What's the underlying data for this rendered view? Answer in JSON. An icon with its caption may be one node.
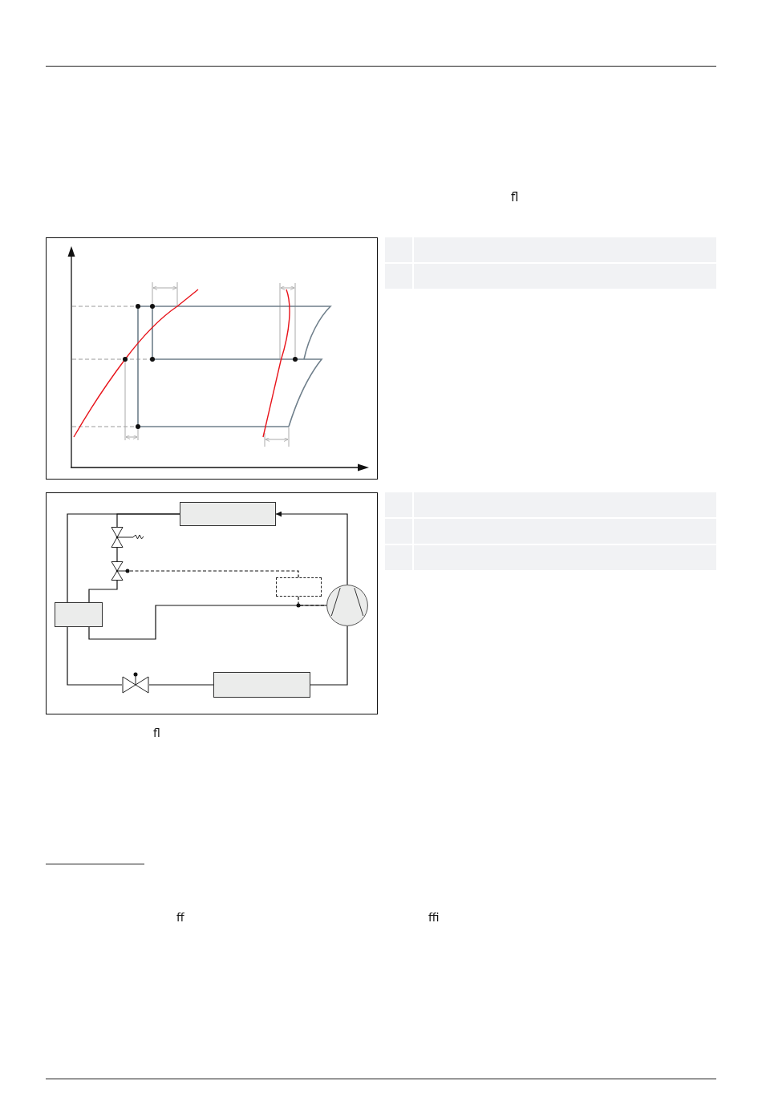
{
  "diagram": {
    "nodes": [
      {
        "text": [],
        "shape": "box"
      },
      {
        "text": [],
        "shape": "valve"
      },
      {
        "text": [],
        "shape": "valve"
      },
      {
        "text": [],
        "shape": "box"
      },
      {
        "text": [],
        "shape": "box"
      },
      {
        "text": [],
        "shape": "circle"
      },
      {
        "text": [],
        "shape": "valve"
      },
      {
        "text": [],
        "shape": "box"
      }
    ],
    "edges": [
      {
        "from": 5,
        "to": 0,
        "arrow": "to"
      },
      {
        "from": 0,
        "to": 4,
        "arrow": "none"
      },
      {
        "from": 0,
        "to": 1,
        "arrow": "none"
      },
      {
        "from": 1,
        "to": 2,
        "arrow": "none"
      },
      {
        "from": 2,
        "to": 4,
        "arrow": "none"
      },
      {
        "from": 2,
        "to": 3,
        "arrow": "none",
        "style": "dashed"
      },
      {
        "from": 3,
        "to": 5,
        "arrow": "none",
        "style": "dashed"
      },
      {
        "from": 4,
        "to": 5,
        "arrow": "none"
      },
      {
        "from": 4,
        "to": 6,
        "arrow": "none"
      },
      {
        "from": 6,
        "to": 7,
        "arrow": "none"
      },
      {
        "from": 7,
        "to": 5,
        "arrow": "none"
      }
    ],
    "labels": [
      "fl",
      "fl",
      "ff",
      "ffi"
    ]
  }
}
